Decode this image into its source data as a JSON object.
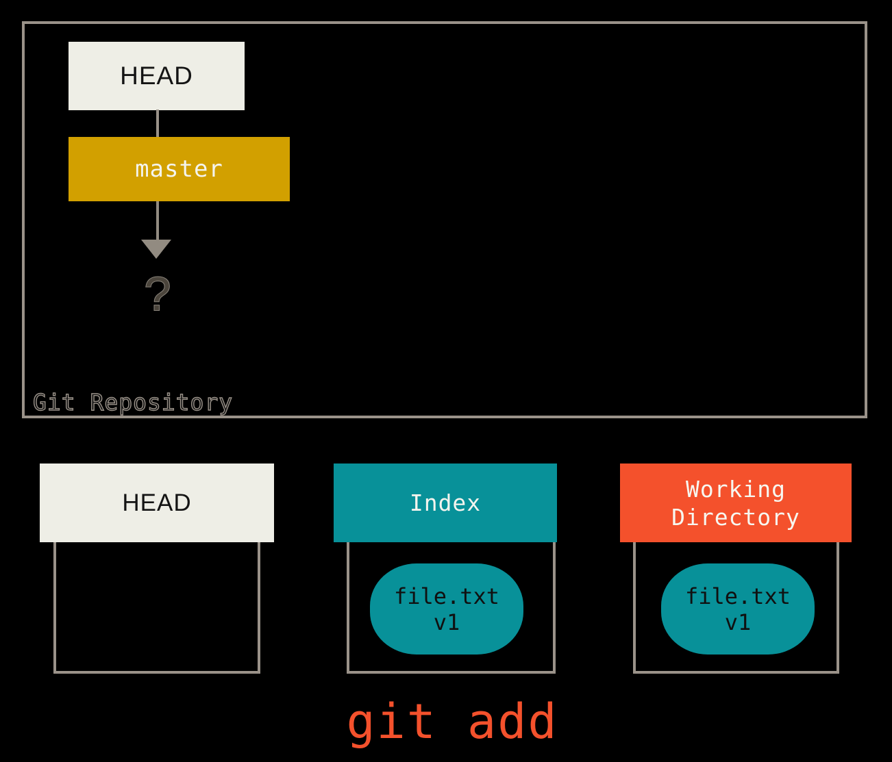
{
  "diagram": {
    "title": "git add",
    "repository": {
      "label": "Git Repository",
      "head_ref": "HEAD",
      "branch_ref": "master",
      "commit_placeholder": "?"
    },
    "stages": [
      {
        "id": "head",
        "header": "HEAD",
        "header_bg": "#eeeee6",
        "header_fg": "#141414",
        "contents": []
      },
      {
        "id": "index",
        "header": "Index",
        "header_bg": "#089199",
        "header_fg": "#f4f4ee",
        "contents": [
          {
            "name": "file.txt",
            "version": "v1",
            "color": "#089199"
          }
        ]
      },
      {
        "id": "working-directory",
        "header_line1": "Working",
        "header_line2": "Directory",
        "header_bg": "#f4512c",
        "header_fg": "#f7f7f0",
        "contents": [
          {
            "name": "file.txt",
            "version": "v1",
            "color": "#089199"
          }
        ]
      }
    ],
    "command": "git add",
    "colors": {
      "background": "#000000",
      "border": "#9a9289",
      "cream": "#eeeee6",
      "gold": "#d2a000",
      "teal": "#089199",
      "orange": "#f4512c",
      "arrow": "#928b81",
      "question": "#4b453c"
    }
  }
}
